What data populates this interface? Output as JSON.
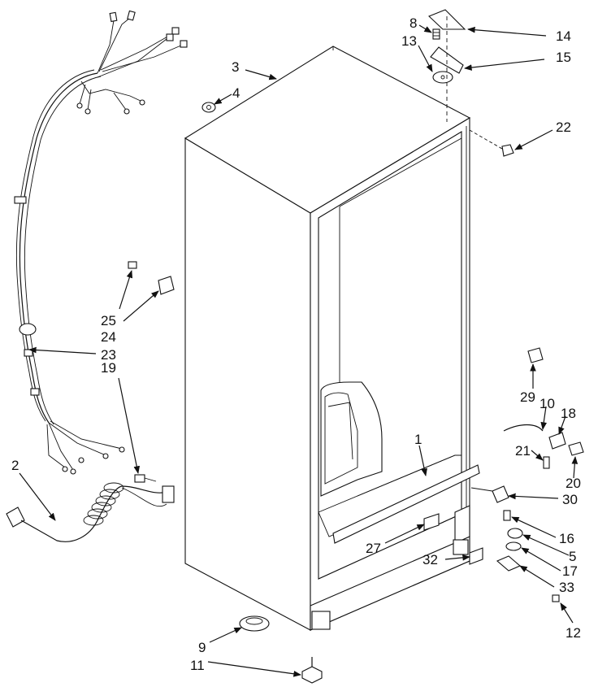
{
  "callouts": [
    "1",
    "2",
    "3",
    "4",
    "5",
    "8",
    "9",
    "10",
    "11",
    "12",
    "13",
    "14",
    "15",
    "16",
    "17",
    "18",
    "19",
    "20",
    "21",
    "22",
    "23",
    "24",
    "25",
    "27",
    "29",
    "30",
    "32",
    "33"
  ]
}
